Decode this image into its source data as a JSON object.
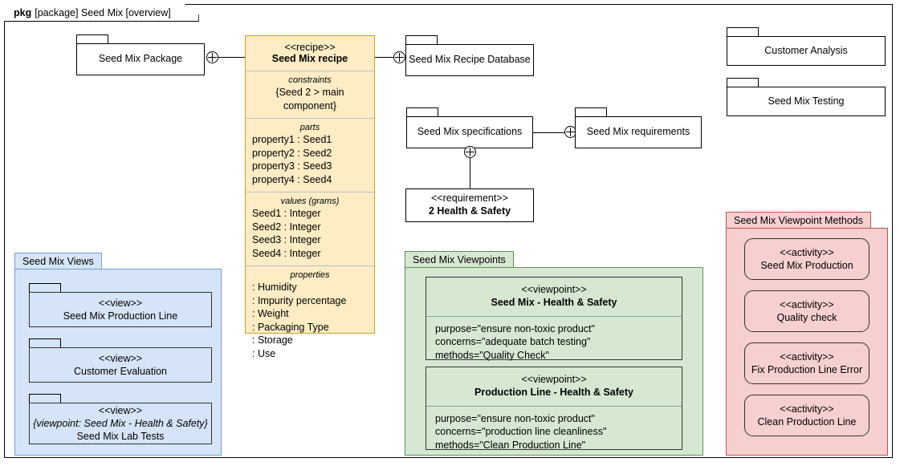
{
  "frame": {
    "keyword": "pkg",
    "label": "[package] Seed Mix [overview]"
  },
  "nodes": {
    "seed_mix_package": {
      "name": "Seed Mix Package"
    },
    "seed_mix_recipe_database": {
      "name": "Seed Mix Recipe Database"
    },
    "seed_mix_specifications": {
      "name": "Seed Mix specifications"
    },
    "seed_mix_requirements": {
      "name": "Seed Mix requirements"
    },
    "customer_analysis": {
      "name": "Customer Analysis"
    },
    "seed_mix_testing": {
      "name": "Seed Mix Testing"
    },
    "health_safety_requirement": {
      "stereotype": "<<requirement>>",
      "name": "2 Health & Safety"
    }
  },
  "recipe": {
    "stereotype": "<<recipe>>",
    "name": "Seed Mix recipe",
    "compartments": [
      {
        "caption": "constraints",
        "centered": true,
        "rows": [
          "{Seed 2 > main component}"
        ]
      },
      {
        "caption": "parts",
        "centered": false,
        "rows": [
          "property1 : Seed1",
          "property2 : Seed2",
          "property3 : Seed3",
          "property4 : Seed4"
        ]
      },
      {
        "caption": "values (grams)",
        "centered": false,
        "rows": [
          "Seed1 : Integer",
          "Seed2 : Integer",
          "Seed3 : Integer",
          "Seed4 : Integer"
        ]
      },
      {
        "caption": "properties",
        "centered": false,
        "rows": [
          ": Humidity",
          ": Impurity percentage",
          ": Weight",
          ": Packaging Type",
          ": Storage",
          ": Use"
        ]
      }
    ]
  },
  "views_group": {
    "title": "Seed Mix Views",
    "color": "#d6e4f7",
    "border": "#6f9fd8",
    "items": [
      {
        "stereotype": "<<view>>",
        "viewpoint": "",
        "name": "Seed Mix Production Line"
      },
      {
        "stereotype": "<<view>>",
        "viewpoint": "",
        "name": "Customer Evaluation"
      },
      {
        "stereotype": "<<view>>",
        "viewpoint": "{viewpoint: Seed Mix - Health & Safety}",
        "name": "Seed Mix Lab Tests"
      }
    ]
  },
  "viewpoints_group": {
    "title": "Seed Mix Viewpoints",
    "color": "#d6e8d2",
    "border": "#5c9154",
    "items": [
      {
        "stereotype": "<<viewpoint>>",
        "name": "Seed Mix - Health & Safety",
        "purpose": "purpose=\"ensure non-toxic product\"",
        "concerns": "concerns=\"adequate batch testing\"",
        "methods": "methods=\"Quality Check\""
      },
      {
        "stereotype": "<<viewpoint>>",
        "name": "Production Line - Health & Safety",
        "purpose": "purpose=\"ensure non-toxic product\"",
        "concerns": "concerns=\"production line cleanliness\"",
        "methods": "methods=\"Clean Production Line\""
      }
    ]
  },
  "methods_group": {
    "title": "Seed Mix Viewpoint Methods",
    "color": "#f6cfcf",
    "border": "#c2504f",
    "items": [
      {
        "stereotype": "<<activity>>",
        "name": "Seed Mix Production"
      },
      {
        "stereotype": "<<activity>>",
        "name": "Quality check"
      },
      {
        "stereotype": "<<activity>>",
        "name": "Fix Production Line Error"
      },
      {
        "stereotype": "<<activity>>",
        "name": "Clean Production Line"
      }
    ]
  }
}
